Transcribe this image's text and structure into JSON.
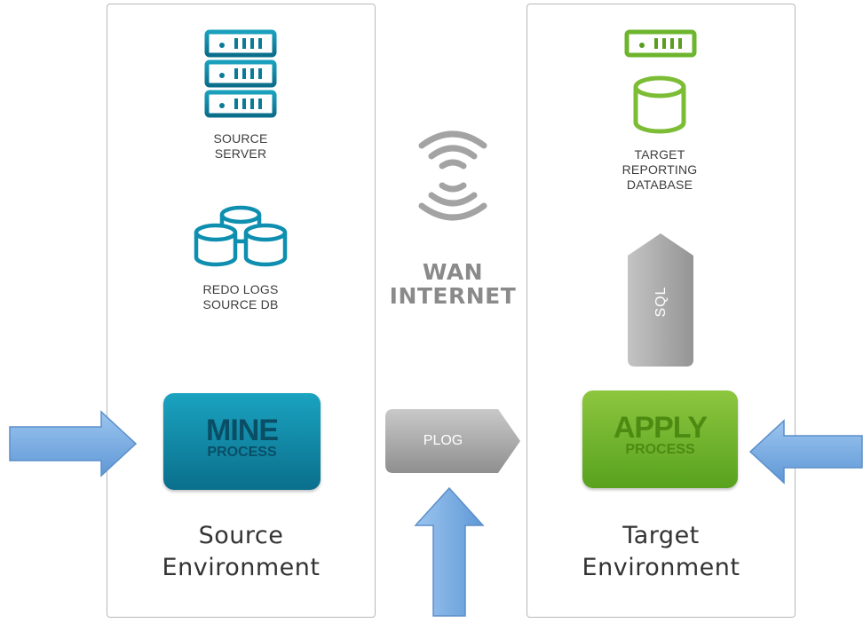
{
  "source_panel": {
    "server_label": "SOURCE\nSERVER",
    "redo_label": "REDO LOGS\nSOURCE DB",
    "mine_title": "MINE",
    "mine_subtitle": "PROCESS",
    "environment_title": "Source\nEnvironment"
  },
  "middle": {
    "wan_label": "WAN\nINTERNET",
    "plog_label": "PLOG"
  },
  "target_panel": {
    "db_label": "TARGET\nREPORTING\nDATABASE",
    "sql_label": "SQL",
    "apply_title": "APPLY",
    "apply_subtitle": "PROCESS",
    "environment_title": "Target\nEnvironment"
  },
  "icons": {
    "server": "server-rack-icon",
    "redo_logs": "database-cluster-icon",
    "wan": "wireless-signal-icon",
    "target_server": "server-unit-icon",
    "target_db": "database-cylinder-icon"
  },
  "colors": {
    "source_accent": "#0a6f8c",
    "target_accent": "#6db52d",
    "arrow_blue": "#6fa8e0",
    "gray_shape": "#a8a8a8"
  }
}
